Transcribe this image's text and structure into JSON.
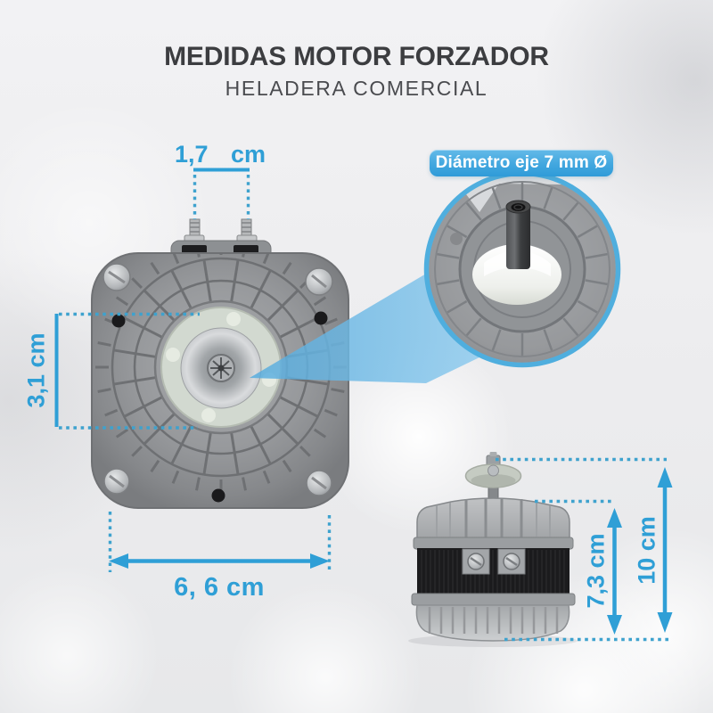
{
  "header": {
    "title": "MEDIDAS MOTOR FORZADOR",
    "subtitle": "HELADERA COMERCIAL"
  },
  "callout": {
    "badge_label": "Diámetro eje 7 mm Ø"
  },
  "dimensions": {
    "terminal_spacing_value": "1,7",
    "terminal_spacing_unit": "cm",
    "mount_height": "3,1 cm",
    "body_width": "6, 6 cm",
    "body_height": "7,3 cm",
    "total_height": "10 cm"
  },
  "colors": {
    "accent_solid": "#2f9fd6",
    "dotted_line": "#3ea2ce",
    "badge_fill": "#42a7df",
    "magnifier_border": "#4faede",
    "title_text": "#3c3d40"
  }
}
